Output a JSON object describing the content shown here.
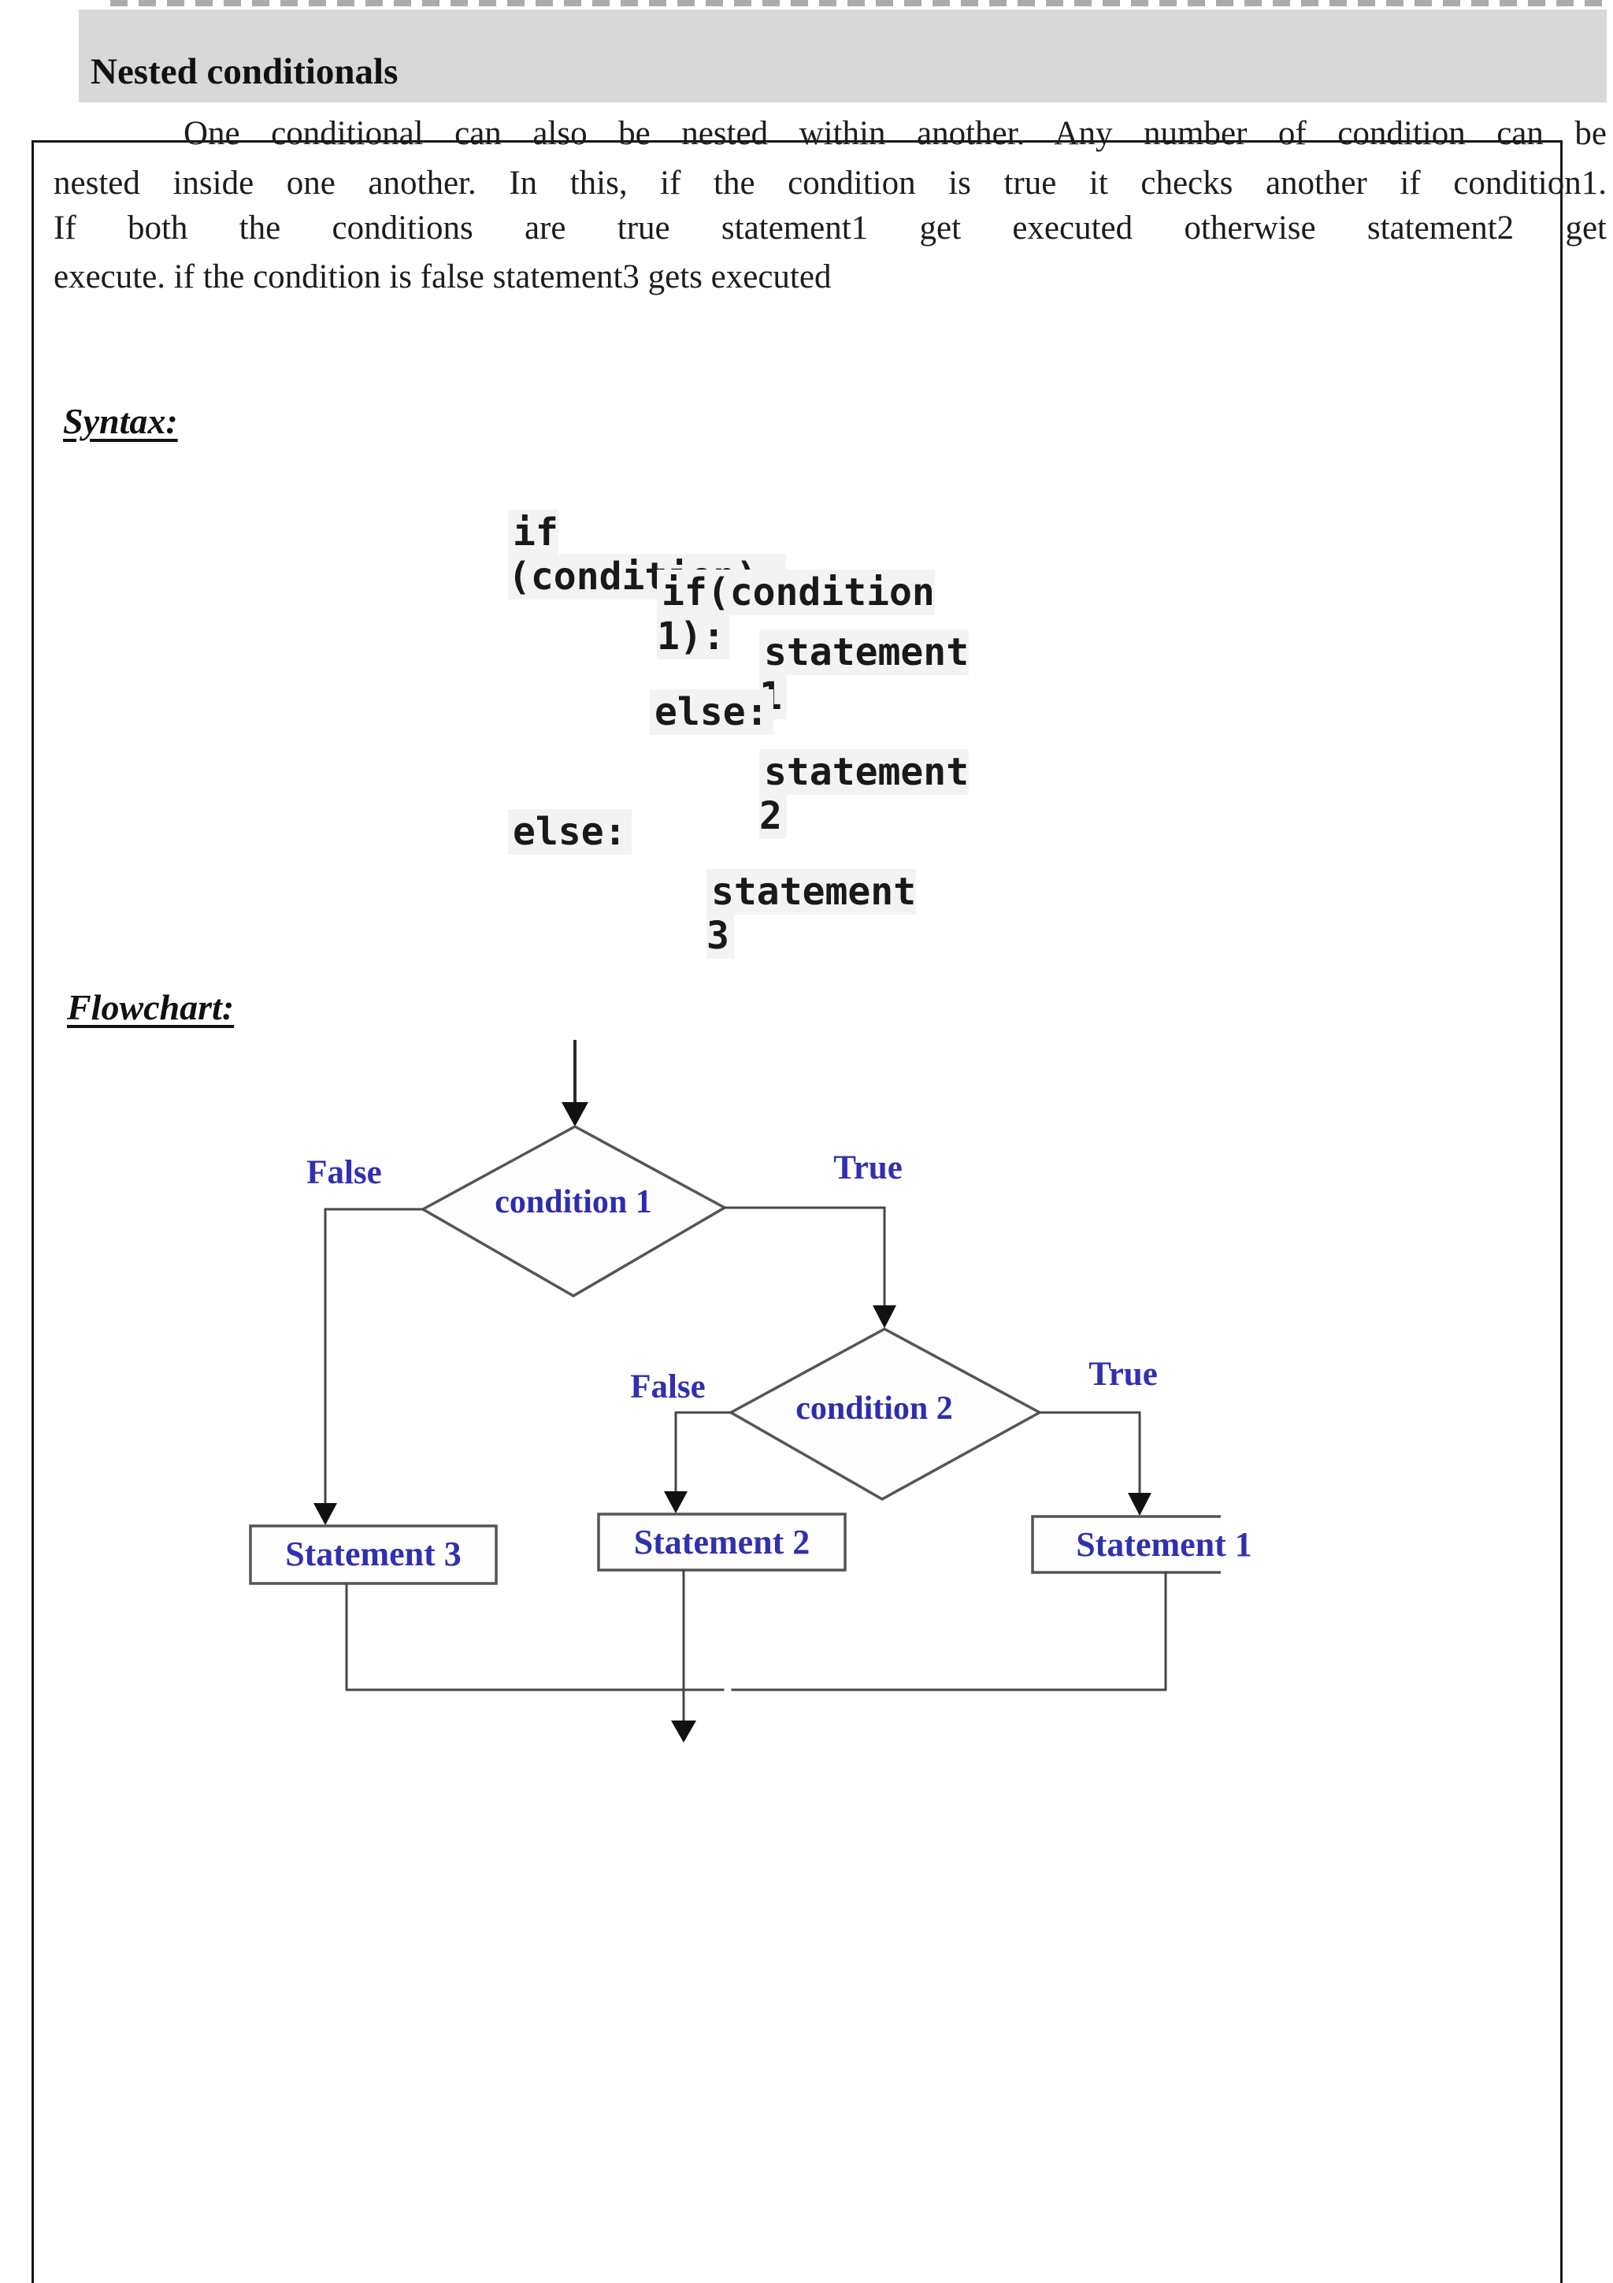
{
  "header": {
    "title": "Nested conditionals"
  },
  "para": {
    "lines": [
      "One conditional can also be nested within another. Any number of condition can be",
      "nested inside one another. In this, if the condition is true it checks another if condition1.",
      "If both the conditions are true statement1 get executed otherwise statement2 get",
      "execute. if the condition is false statement3 gets executed"
    ]
  },
  "syntax": {
    "heading": "Syntax:"
  },
  "code": {
    "lines": [
      "if (condition):",
      "if(condition 1):",
      "statement 1",
      "else:",
      "statement 2",
      "else:",
      "statement 3"
    ]
  },
  "flowchart": {
    "heading": "Flowchart:",
    "condition1": "condition 1",
    "condition2": "condition 2",
    "false1": "False",
    "true1": "True",
    "false2": "False",
    "true2": "True",
    "statement3": "Statement 3",
    "statement2": "Statement 2",
    "statement1": "Statement 1"
  },
  "colors": {
    "label_blue": "#3030b0",
    "band_gray": "#d8d8d8",
    "line_gray": "#474747",
    "border_black": "#161616"
  }
}
